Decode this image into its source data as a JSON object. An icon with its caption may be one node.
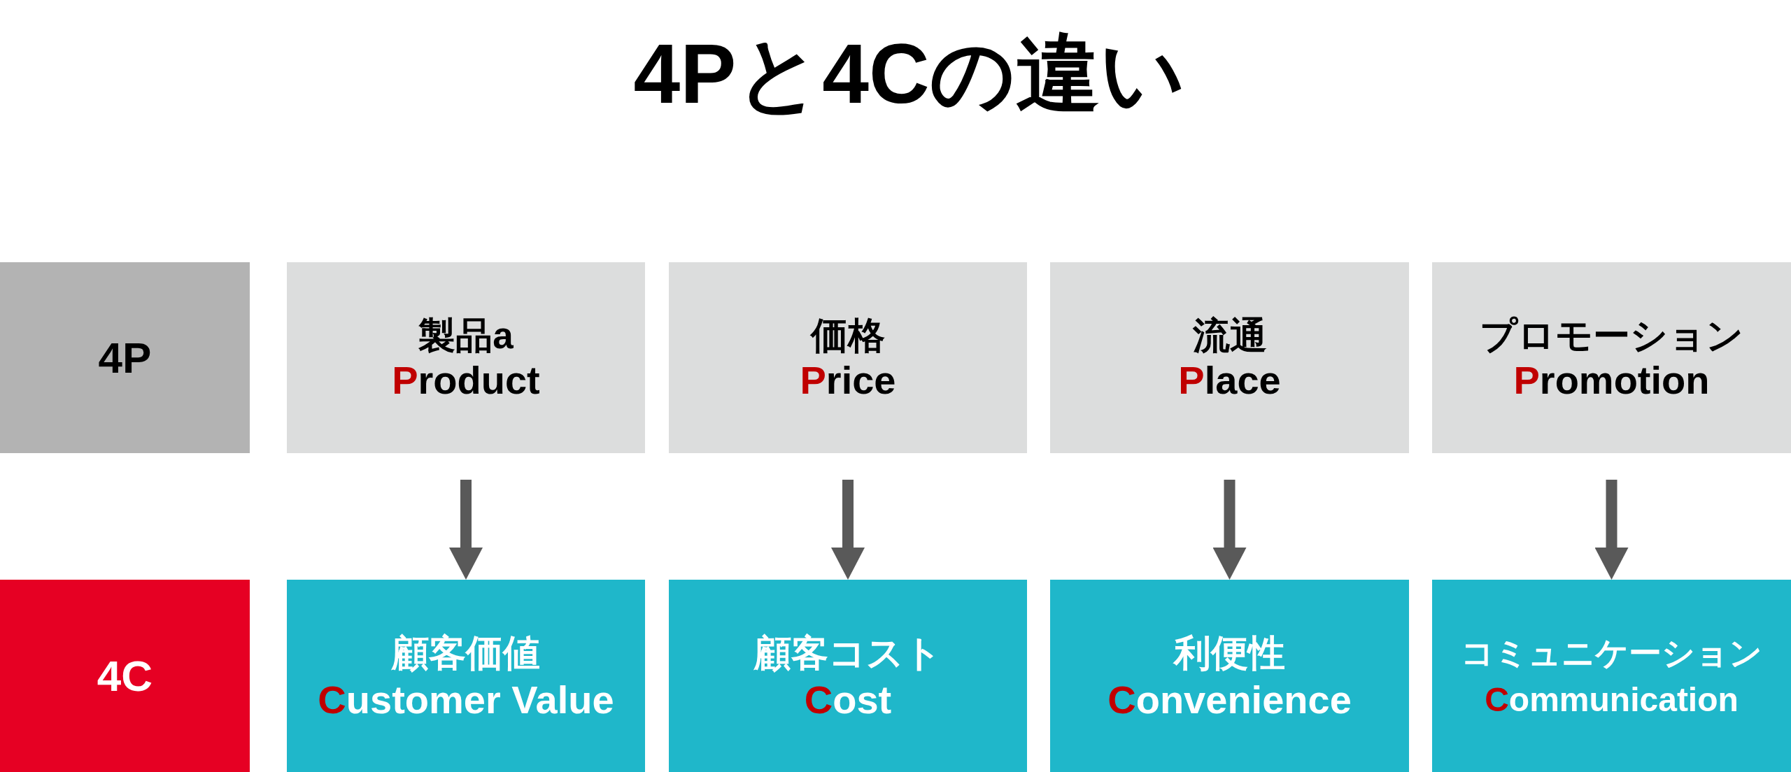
{
  "diagram": {
    "title": "4Pと4Cの違い",
    "nodes": [
      {
        "text": [
          "4P"
        ]
      },
      {
        "text": [
          "製品a",
          "Product"
        ]
      },
      {
        "text": [
          "価格",
          "Price"
        ]
      },
      {
        "text": [
          "流通",
          "Place"
        ]
      },
      {
        "text": [
          "プロモーション",
          "Promotion"
        ]
      },
      {
        "text": [
          "4C"
        ]
      },
      {
        "text": [
          "顧客価値",
          "Customer Value"
        ]
      },
      {
        "text": [
          "顧客コスト",
          "Cost"
        ]
      },
      {
        "text": [
          "利便性",
          "Convenience"
        ]
      },
      {
        "text": [
          "コミュニケーション",
          "Communication"
        ]
      }
    ],
    "edges": [
      {
        "from": 1,
        "to": 6,
        "arrow": "to"
      },
      {
        "from": 2,
        "to": 7,
        "arrow": "to"
      },
      {
        "from": 3,
        "to": 8,
        "arrow": "to"
      },
      {
        "from": 4,
        "to": 9,
        "arrow": "to"
      }
    ]
  }
}
